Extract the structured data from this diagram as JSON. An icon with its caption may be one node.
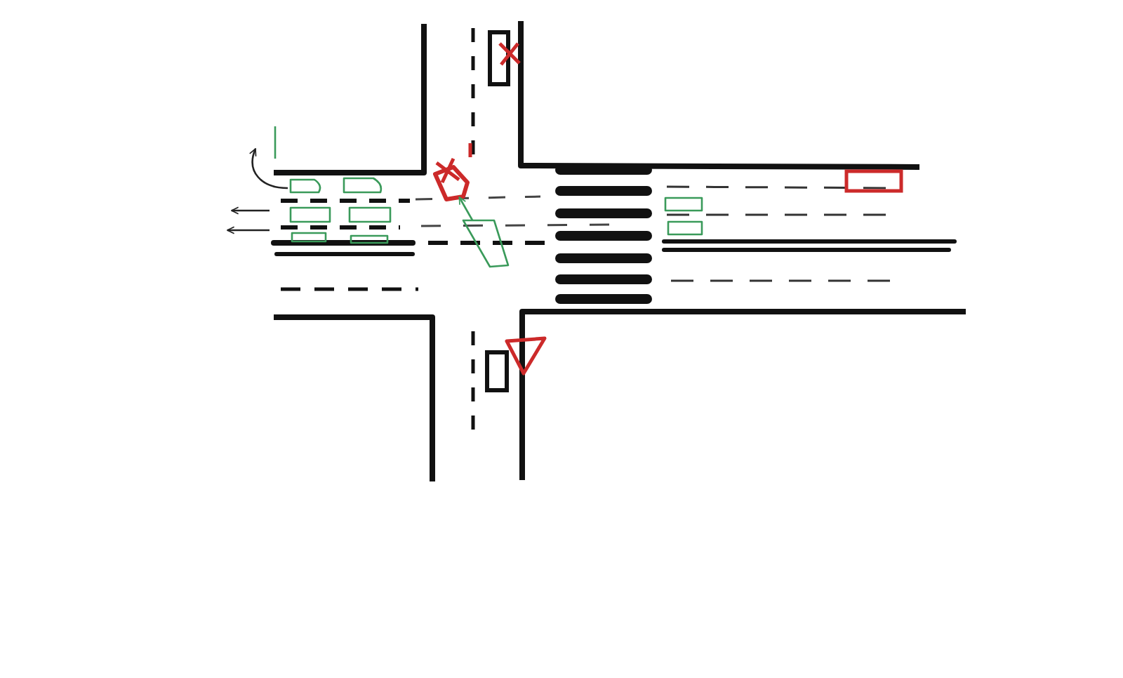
{
  "diagram": {
    "nodes": [
      {
        "text": [],
        "shape": "car"
      },
      {
        "text": [],
        "shape": "car"
      }
    ],
    "edges": [
      {
        "from": 1,
        "to": 0,
        "arrow": "to"
      }
    ]
  }
}
